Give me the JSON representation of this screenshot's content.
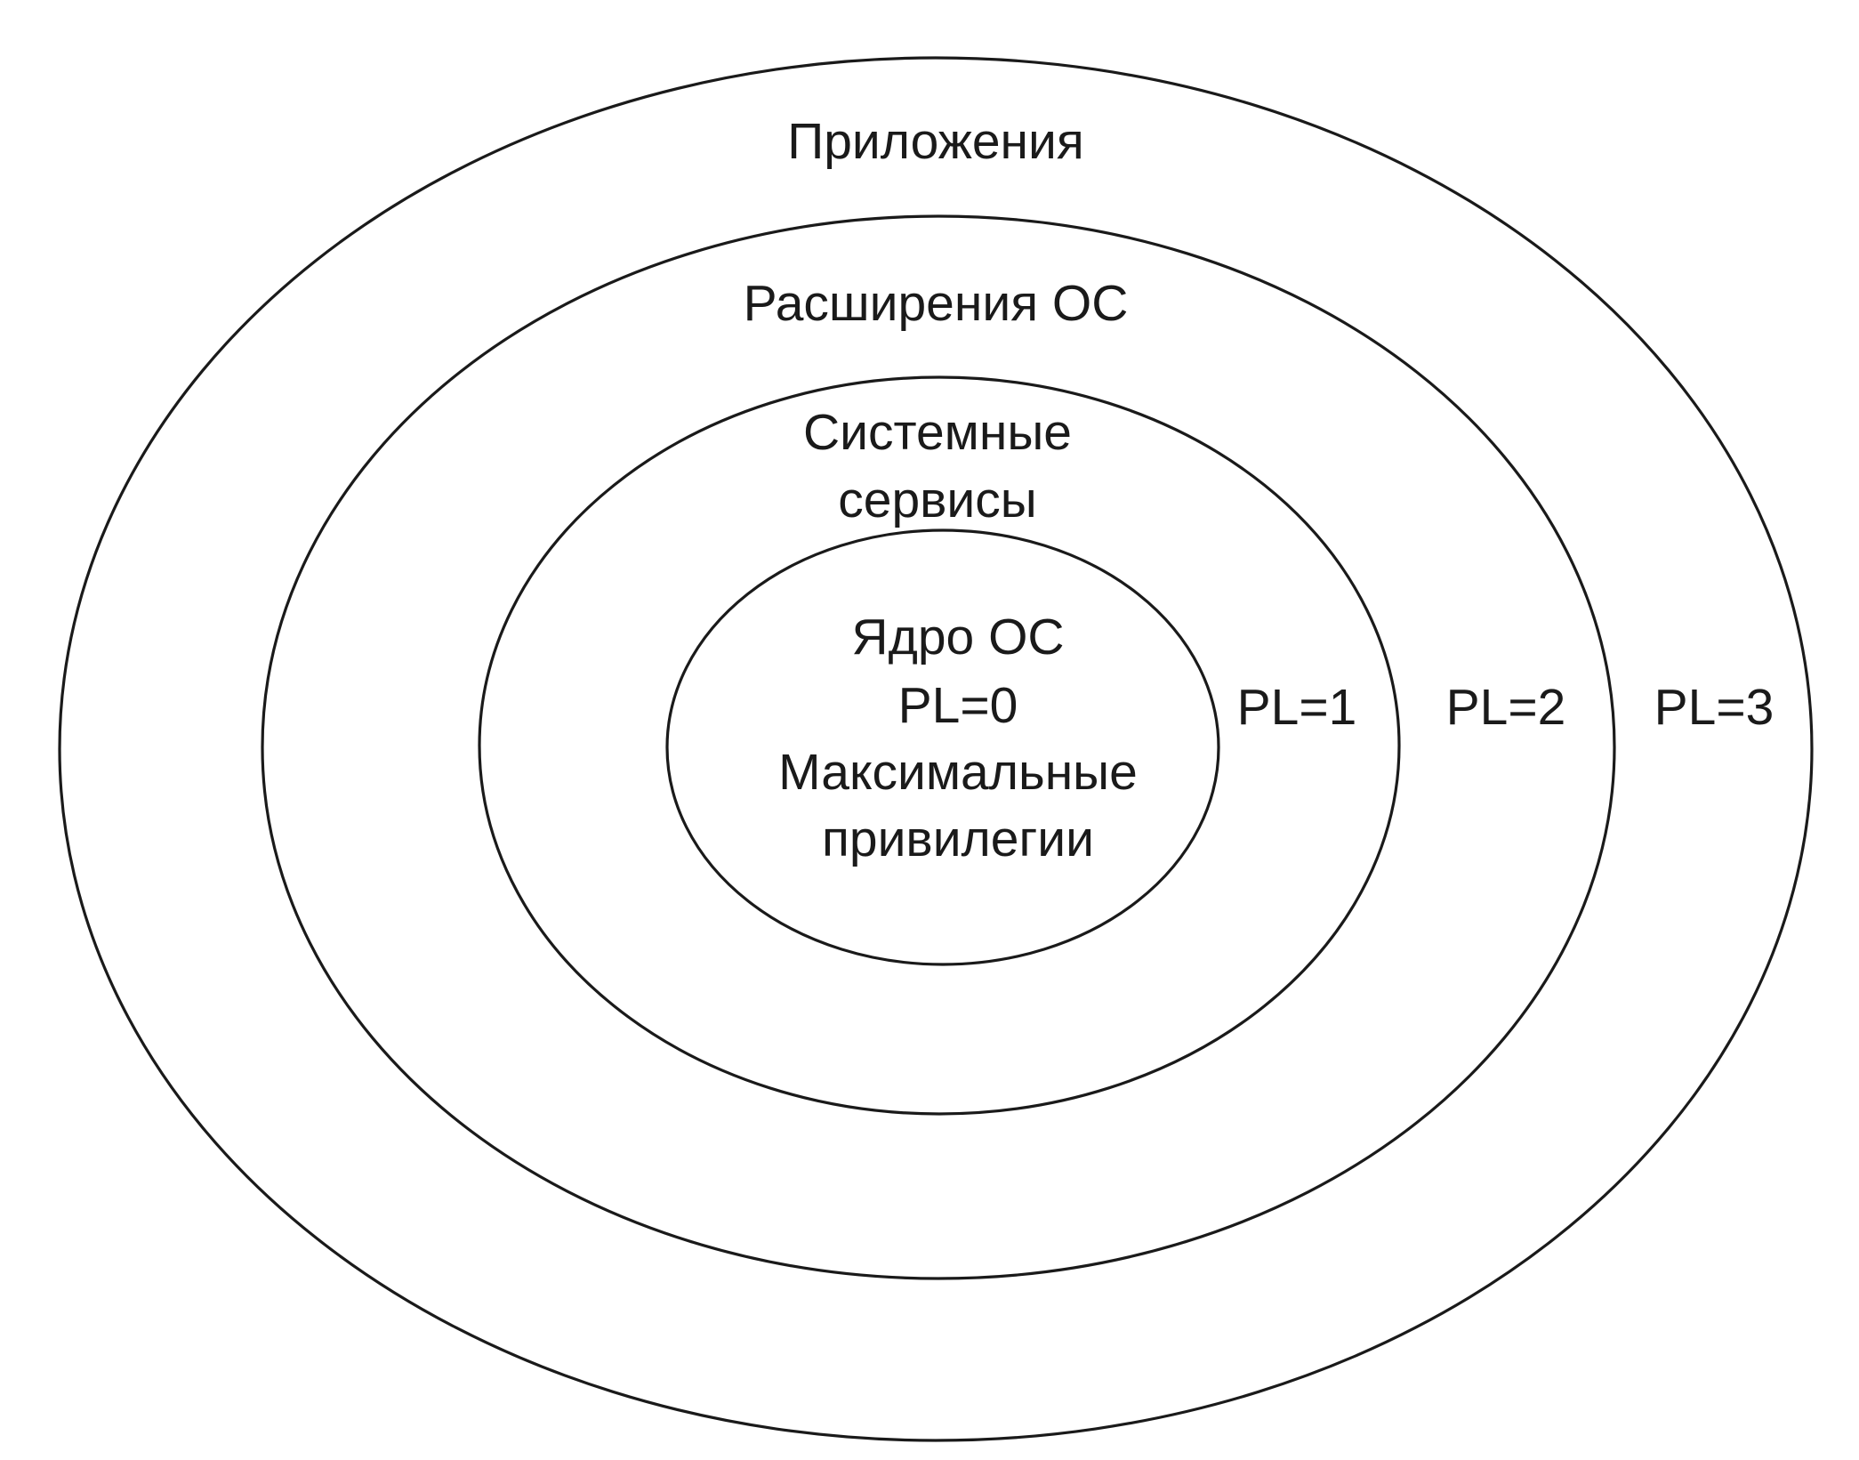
{
  "rings": [
    {
      "id": "apps",
      "title_lines": [
        "Приложения"
      ],
      "level": "PL=3"
    },
    {
      "id": "os-extensions",
      "title_lines": [
        "Расширения ОС"
      ],
      "level": "PL=2"
    },
    {
      "id": "system-services",
      "title_lines": [
        "Системные",
        "сервисы"
      ],
      "level": "PL=1"
    },
    {
      "id": "kernel",
      "title_lines": [
        "Ядро ОС",
        "PL=0",
        "Максимальные",
        "привилегии"
      ]
    }
  ]
}
